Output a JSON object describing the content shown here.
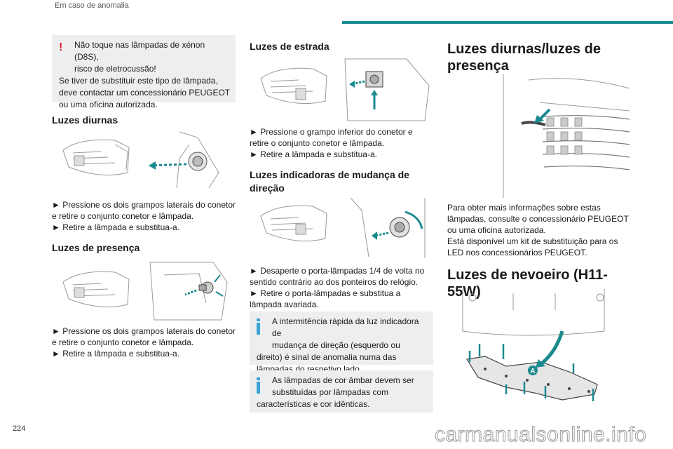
{
  "header": {
    "section": "Em caso de anomalia"
  },
  "page_number": "224",
  "watermark": "carmanualsonline.info",
  "col1": {
    "warning_icon": "exclamation-icon",
    "warning_line1": "Não toque nas lâmpadas de xénon (D8S),",
    "warning_line2": "risco de eletrocussão!",
    "warning_line3": "Se tiver de substituir este tipo de lâmpada, deve contactar um concessionário PEUGEOT ou uma oficina autorizada.",
    "daytime_title": "Luzes diurnas",
    "daytime_step1": "► Pressione os dois grampos laterais do conetor e retire o conjunto conetor e lâmpada.",
    "daytime_step2": "► Retire a lâmpada e substitua-a.",
    "position_title": "Luzes de presença",
    "position_step1": "► Pressione os dois grampos laterais do conetor e retire o conjunto conetor e lâmpada.",
    "position_step2": "► Retire a lâmpada e substitua-a."
  },
  "col2": {
    "main_title": "Luzes de estrada",
    "main_step1": "► Pressione o grampo inferior do conetor e retire o conjunto conetor e lâmpada.",
    "main_step2": "► Retire a lâmpada e substitua-a.",
    "indicator_title": "Luzes indicadoras de mudança de direção",
    "indicator_step1": "► Desaperte o porta-lâmpadas 1/4 de volta no sentido contrário ao dos ponteiros do relógio.",
    "indicator_step2": "► Retire o porta-lâmpadas e substitua a lâmpada avariada.",
    "info1_line1": "A intermitência rápida da luz indicadora de",
    "info1_line2": "mudança de direção (esquerdo ou direito) é sinal de anomalia numa das lâmpadas do respetivo lado.",
    "info2_line1": "As lâmpadas de cor âmbar devem ser",
    "info2_line2": "substituídas por lâmpadas com características e cor idênticas.",
    "info_icon": "info-icon"
  },
  "col3": {
    "drl_title": "Luzes diurnas/luzes de presença",
    "drl_text1": "Para obter mais informações sobre estas lâmpadas, consulte o concessionário PEUGEOT ou uma oficina autorizada.",
    "drl_text2": "Está disponível um kit de substituição para os LED nos concessionários PEUGEOT.",
    "fog_title": "Luzes de nevoeiro (H11-55W)",
    "fog_label": "A"
  },
  "colors": {
    "accent": "#1b8a8f",
    "warning": "#d9232e",
    "info": "#3aa3d8",
    "note_bg": "#eceef0",
    "arrow": "#1b8a8f"
  }
}
